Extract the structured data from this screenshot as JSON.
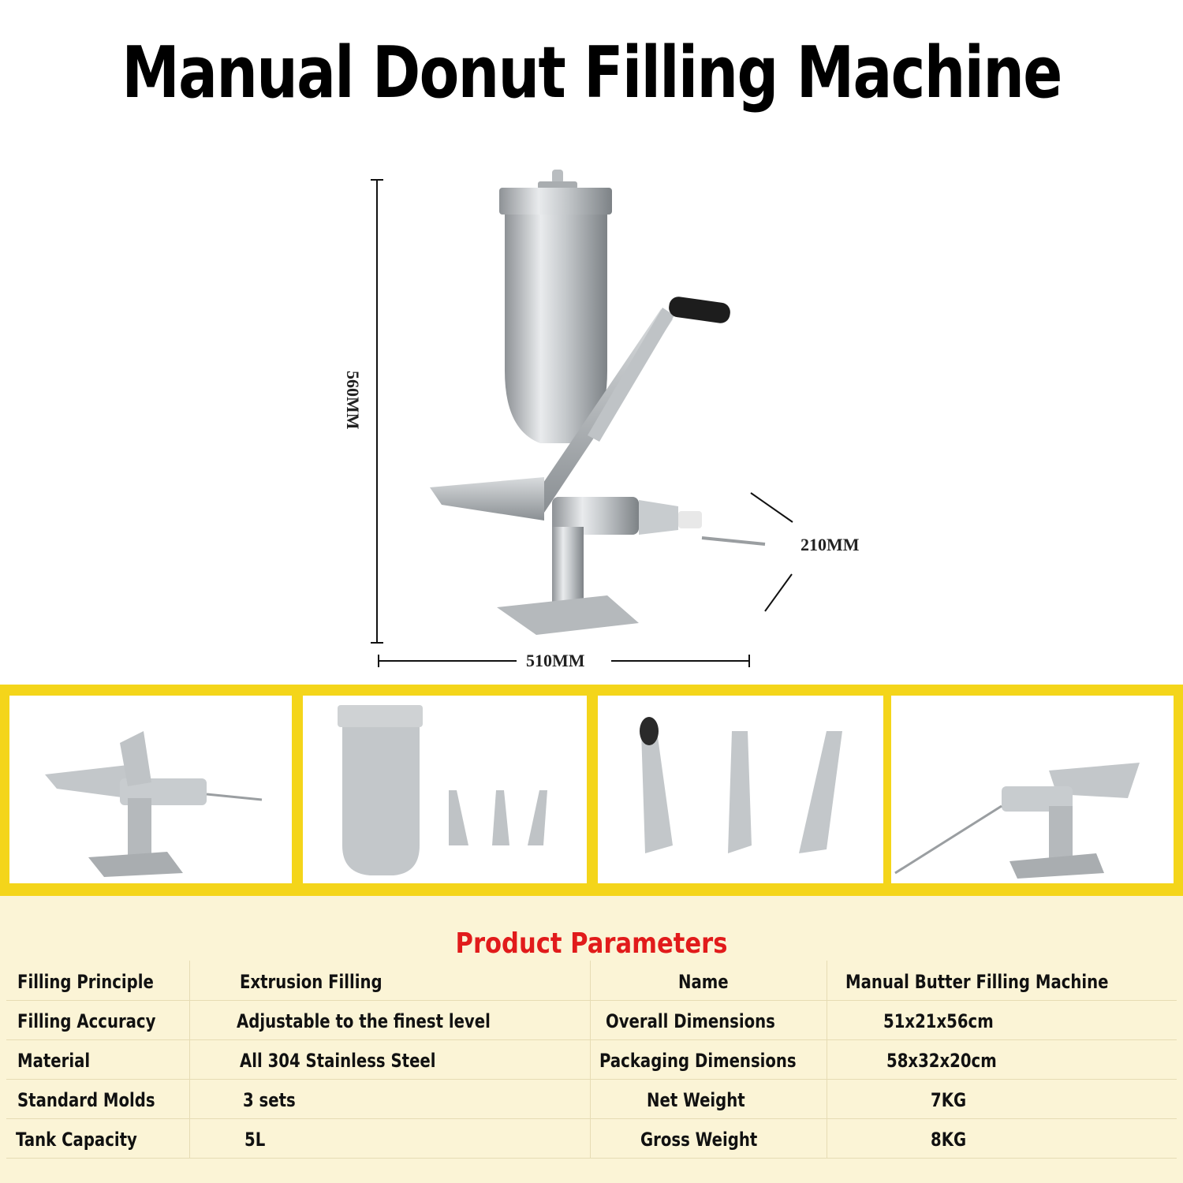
{
  "title": "Manual Donut Filling Machine",
  "dimensions": {
    "height": "560MM",
    "width": "510MM",
    "depth": "210MM"
  },
  "params_title": "Product Parameters",
  "parameters": [
    {
      "label": "Filling Principle",
      "value": "Extrusion Filling",
      "label2": "Name",
      "value2": "Manual Butter Filling Machine"
    },
    {
      "label": "Filling Accuracy",
      "value": "Adjustable to the finest level",
      "label2": "Overall Dimensions",
      "value2": "51x21x56cm"
    },
    {
      "label": "Material",
      "value": "All 304 Stainless Steel",
      "label2": "Packaging Dimensions",
      "value2": "58x32x20cm"
    },
    {
      "label": "Standard Molds",
      "value": "3 sets",
      "label2": "Net Weight",
      "value2": "7KG"
    },
    {
      "label": "Tank Capacity",
      "value": "5L",
      "label2": "Gross Weight",
      "value2": "8KG"
    }
  ],
  "colors": {
    "accent_yellow": "#f4d51a",
    "title_red": "#e11b1b",
    "table_bg": "#fbf4d6"
  }
}
